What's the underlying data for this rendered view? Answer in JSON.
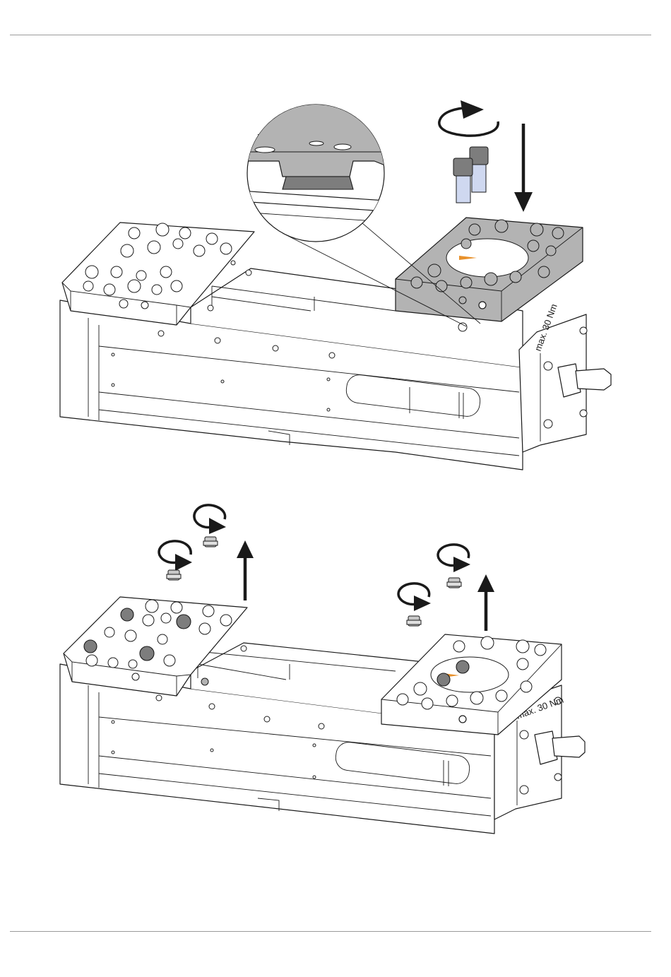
{
  "figure_top": {
    "torque_label": "max. 30 Nm",
    "detail_view": "magnified-clamping-detail",
    "icons": [
      "rotate-clockwise-icon",
      "arrow-down-icon",
      "screw-icon"
    ]
  },
  "figure_bottom": {
    "torque_label": "max. 30 Nm",
    "icons": [
      "rotate-clockwise-icon",
      "arrow-up-icon",
      "screw-insert-icon"
    ]
  },
  "colors": {
    "line": "#1a1a1a",
    "highlight_plate": "#b3b3b3",
    "screw_blue": "#cfd8f0",
    "accent_orange": "#e8912c",
    "rule": "#9a9a9a"
  }
}
